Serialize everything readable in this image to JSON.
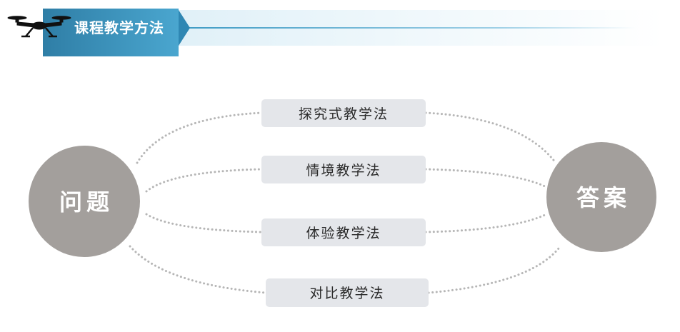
{
  "header": {
    "title": "课程教学方法",
    "logo_icon": "drone-icon"
  },
  "diagram": {
    "left_node": "问题",
    "right_node": "答案",
    "methods": [
      {
        "label": "探究式教学法"
      },
      {
        "label": "情境教学法"
      },
      {
        "label": "体验教学法"
      },
      {
        "label": "对比教学法"
      }
    ]
  },
  "colors": {
    "accent": "#3e9bc4",
    "circle": "#a39f9c",
    "method_box": "#e4e6ea",
    "dots": "#b6b6b6"
  }
}
